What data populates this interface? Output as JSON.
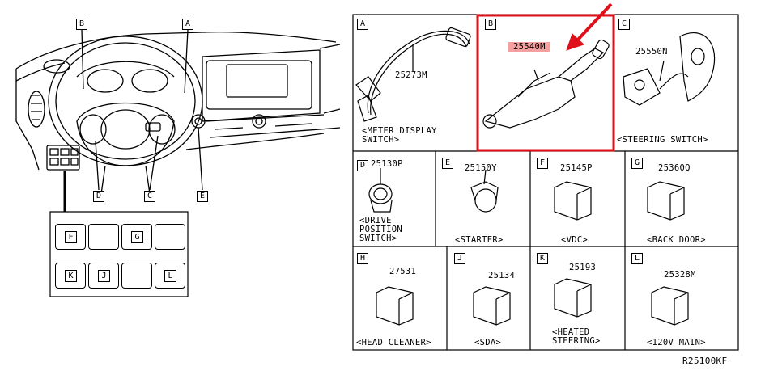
{
  "figure_code": "R25100KF",
  "dash_callouts": [
    "B",
    "A",
    "D",
    "C",
    "E"
  ],
  "switch_panel_keys": [
    "F",
    "",
    "G",
    "",
    "K",
    "J",
    "",
    "L"
  ],
  "cells": [
    {
      "letter": "A",
      "part": "25273M",
      "desc": "<METER DISPLAY\nSWITCH>"
    },
    {
      "letter": "B",
      "part": "25540M",
      "desc": ""
    },
    {
      "letter": "C",
      "part": "25550N",
      "desc": "<STEERING SWITCH>"
    },
    {
      "letter": "D",
      "part": "25130P",
      "desc": "<DRIVE\nPOSITION\nSWITCH>"
    },
    {
      "letter": "E",
      "part": "25150Y",
      "desc": "<STARTER>"
    },
    {
      "letter": "F",
      "part": "25145P",
      "desc": "<VDC>"
    },
    {
      "letter": "G",
      "part": "25360Q",
      "desc": "<BACK DOOR>"
    },
    {
      "letter": "H",
      "part": "27531",
      "desc": "<HEAD CLEANER>"
    },
    {
      "letter": "J",
      "part": "25134",
      "desc": "<SDA>"
    },
    {
      "letter": "K",
      "part": "25193",
      "desc": "<HEATED\nSTEERING>"
    },
    {
      "letter": "L",
      "part": "25328M",
      "desc": "<120V MAIN>"
    }
  ],
  "colors": {
    "highlight_border": "#e0101a",
    "part_highlight": "#f4a0a0",
    "line": "#000000"
  }
}
